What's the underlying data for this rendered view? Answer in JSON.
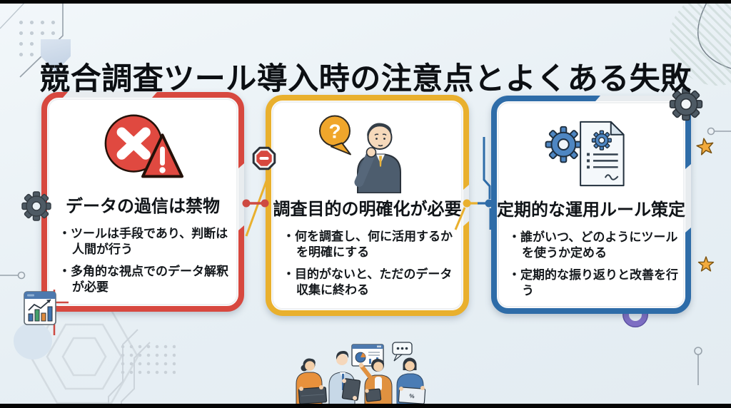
{
  "header": {
    "title": "競合調査ツール導入時の注意点とよくある失敗"
  },
  "cards": [
    {
      "title": "データの過信は禁物",
      "icon": "error-cross-warning-icon",
      "accent": "#D7483F",
      "bullets": [
        "ツールは手段であり、判断は人間が行う",
        "多角的な視点でのデータ解釈が必要"
      ]
    },
    {
      "title": "調査目的の明確化が必要",
      "icon": "thinking-person-question-icon",
      "accent": "#E9B02E",
      "bullets": [
        "何を調査し、何に活用するかを明確にする",
        "目的がないと、ただのデータ収集に終わる"
      ]
    },
    {
      "title": "定期的な運用ルール策定",
      "icon": "gear-document-icon",
      "accent": "#2E6CA8",
      "bullets": [
        "誰がいつ、どのようにツールを使うか定める",
        "定期的な振り返りと改善を行う"
      ]
    }
  ],
  "icons": {
    "question_mark": "?",
    "stop_sign": "minus-stop-sign-icon",
    "decorations": [
      "gear-icon-left",
      "gear-icon-right",
      "star-icon-upper",
      "star-icon-lower",
      "purple-ring-icon",
      "chart-mini-icon",
      "hexagon-pattern",
      "dot-grids",
      "striped-circle",
      "people-illustration",
      "dashboard-icon",
      "speech-bubble-icon"
    ]
  },
  "colors": {
    "background": "#E8EFF4",
    "red": "#D7483F",
    "yellow": "#E9B02E",
    "blue": "#2E6CA8",
    "gear_grey": "#4E5A64",
    "star_orange": "#F2AA3C",
    "purple": "#7E6FC4",
    "text": "#101418"
  }
}
